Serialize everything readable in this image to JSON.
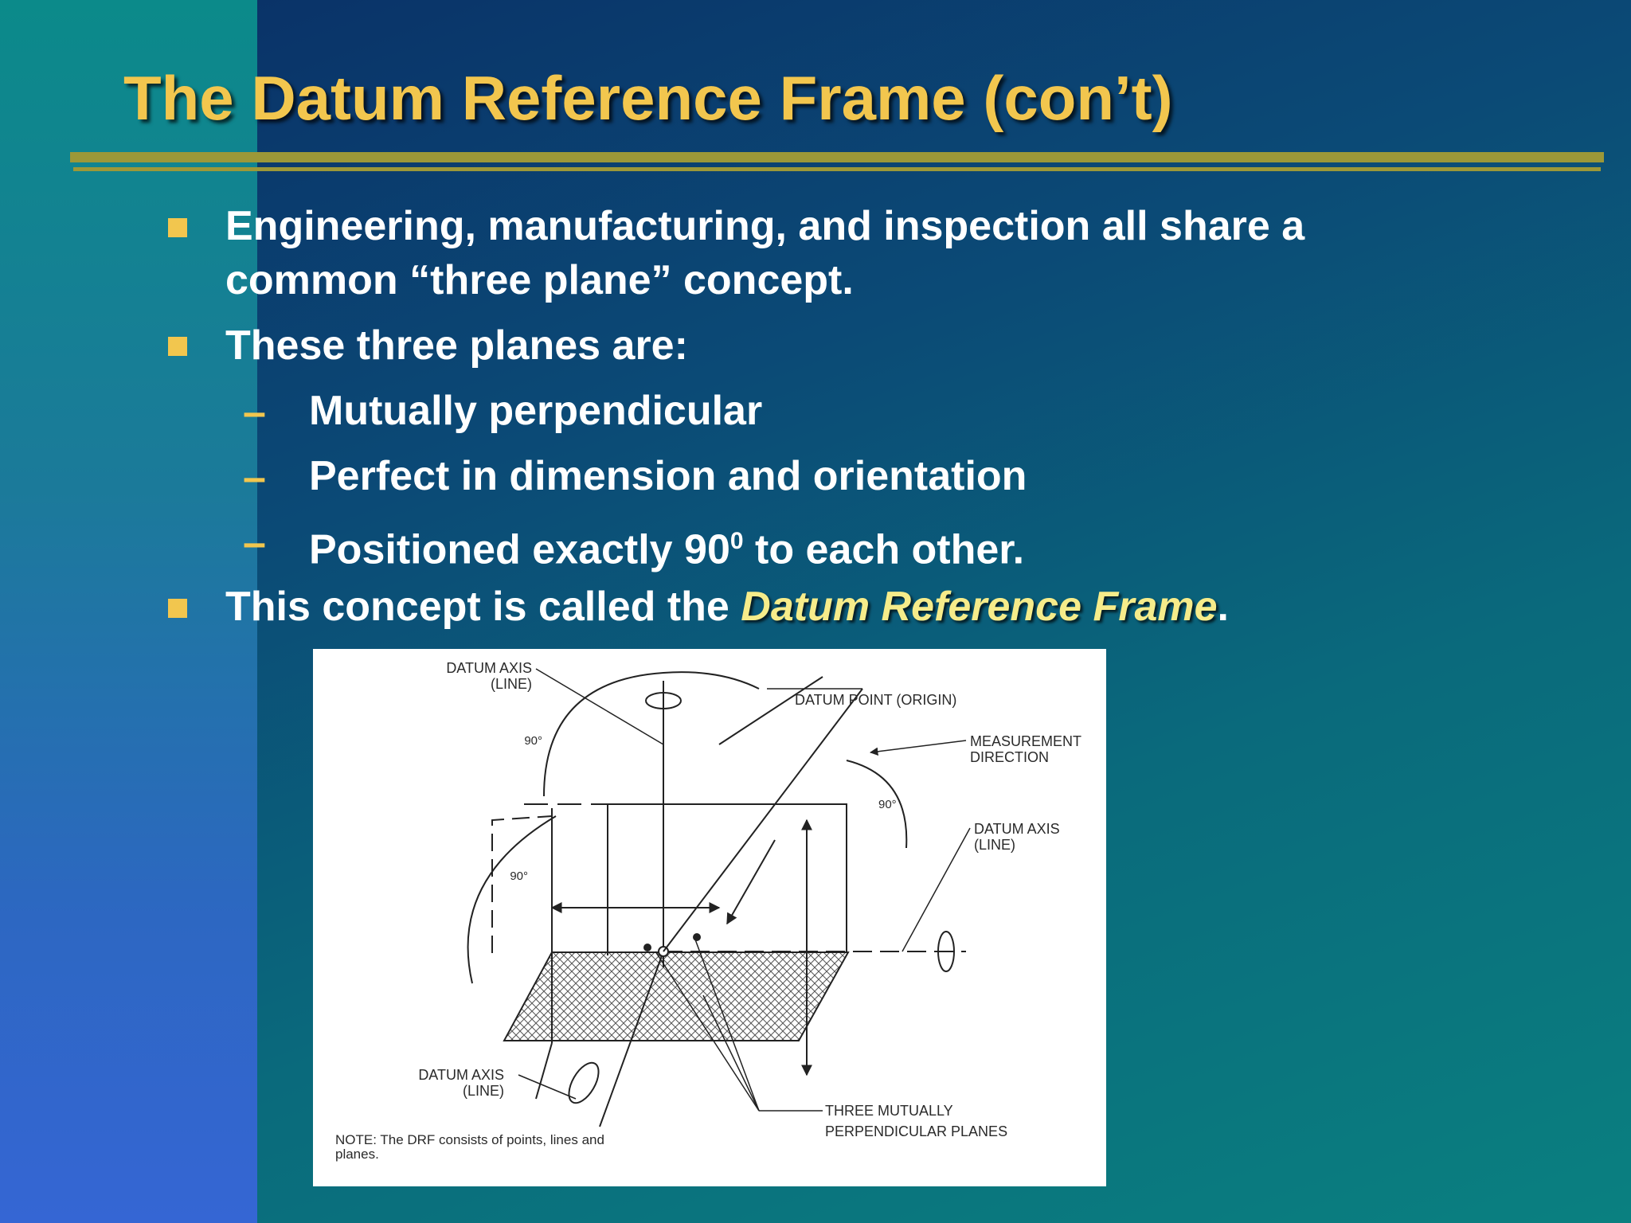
{
  "slide": {
    "title": "The Datum Reference Frame (con’t)",
    "bullets": {
      "b1_line1": "Engineering, manufacturing, and inspection all share a",
      "b1_line2": "common “three plane” concept.",
      "b2": "These three planes are:",
      "sub1": "Mutually perpendicular",
      "sub2": "Perfect in dimension and orientation",
      "sub3_pre": "Positioned exactly 90",
      "sub3_sup": "0",
      "sub3_post": " to each other.",
      "b3_pre": "This concept is called the ",
      "b3_highlight": "Datum Reference Frame",
      "b3_post": "."
    },
    "dash_char": "–",
    "colors": {
      "title": "#f2c64e",
      "bullet_marker": "#f2c64e",
      "highlight": "#f6ec8a",
      "rule": "#9c9838"
    }
  },
  "figure": {
    "labels": {
      "datum_axis_top_1": "DATUM AXIS",
      "datum_axis_top_2": "(LINE)",
      "datum_point": "DATUM POINT (ORIGIN)",
      "measurement_1": "MEASUREMENT",
      "measurement_2": "DIRECTION",
      "angle_top": "90°",
      "angle_right": "90°",
      "angle_left": "90°",
      "datum_axis_right_1": "DATUM AXIS",
      "datum_axis_right_2": "(LINE)",
      "datum_axis_bottom_1": "DATUM AXIS",
      "datum_axis_bottom_2": "(LINE)",
      "three_planes_1": "THREE MUTUALLY",
      "three_planes_2": "PERPENDICULAR PLANES",
      "note_1": "NOTE:  The DRF consists of points, lines and",
      "note_2": "planes."
    }
  }
}
